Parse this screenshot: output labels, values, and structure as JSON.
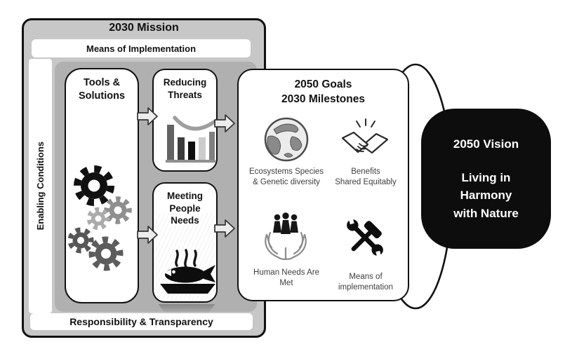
{
  "mission": {
    "title": "2030 Mission",
    "means_bar": "Means of Implementation",
    "enabling_bar": "Enabling Conditions",
    "responsibility_bar": "Responsibility & Transparency"
  },
  "tools_box": {
    "title_line1": "Tools &",
    "title_line2": "Solutions",
    "icon": "gears-icon"
  },
  "threats_box": {
    "title_line1": "Reducing",
    "title_line2": "Threats",
    "icon": "declining-bar-chart-icon"
  },
  "needs_box": {
    "title_line1": "Meeting",
    "title_line2": "People",
    "title_line3": "Needs",
    "icon": "fish-on-plate-icon"
  },
  "goals_box": {
    "title_line1": "2050 Goals",
    "title_line2": "2030 Milestones",
    "items": [
      {
        "icon": "globe-icon",
        "label_line1": "Ecosystems Species",
        "label_line2": "& Genetic diversity"
      },
      {
        "icon": "handshake-icon",
        "label_line1": "Benefits",
        "label_line2": "Shared Equitably"
      },
      {
        "icon": "people-in-hands-icon",
        "label_line1": "Human Needs Are",
        "label_line2": "Met"
      },
      {
        "icon": "crossed-tools-icon",
        "label_line1": "Means of",
        "label_line2": "implementation"
      }
    ]
  },
  "vision_box": {
    "title": "2050 Vision",
    "line1": "Living in",
    "line2": "Harmony",
    "line3": "with Nature"
  },
  "connectors": {
    "arrow_count": 4,
    "brace": "oval-brace-connector"
  },
  "colors": {
    "outer_frame": "#c7c7c7",
    "inner_panel": "#b0b0b0",
    "border": "#111111",
    "white_bar": "#ffffff",
    "vision_background": "#0d0d0d",
    "vision_text": "#ffffff",
    "arrow_fill": "#ececec",
    "label_text": "#3e3e3e"
  }
}
